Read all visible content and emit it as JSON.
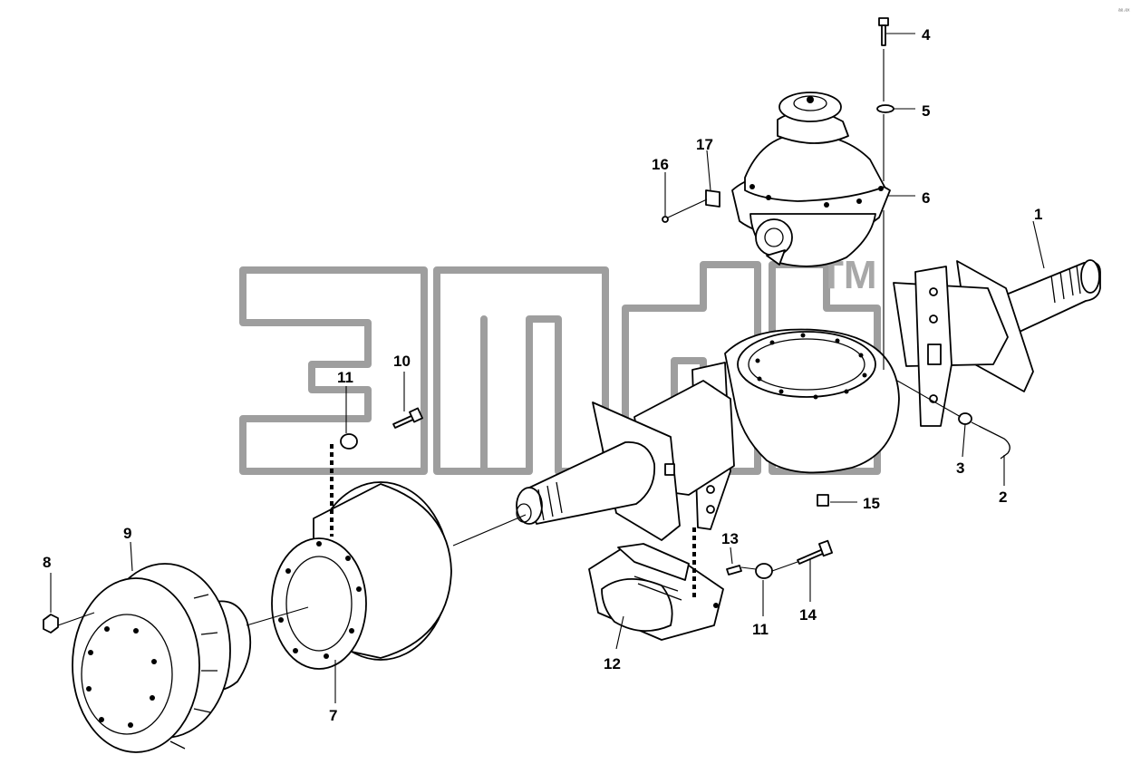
{
  "diagram": {
    "type": "exploded-parts-diagram",
    "watermark": {
      "trademark": "TM"
    },
    "corner_code": "ᵃᵉ·ᵉˣ",
    "callouts": [
      {
        "id": "c1",
        "label": "1"
      },
      {
        "id": "c2",
        "label": "2"
      },
      {
        "id": "c3",
        "label": "3"
      },
      {
        "id": "c4",
        "label": "4"
      },
      {
        "id": "c5",
        "label": "5"
      },
      {
        "id": "c6",
        "label": "6"
      },
      {
        "id": "c7",
        "label": "7"
      },
      {
        "id": "c8",
        "label": "8"
      },
      {
        "id": "c9",
        "label": "9"
      },
      {
        "id": "c10",
        "label": "10"
      },
      {
        "id": "c11a",
        "label": "11"
      },
      {
        "id": "c11b",
        "label": "11"
      },
      {
        "id": "c12",
        "label": "12"
      },
      {
        "id": "c13",
        "label": "13"
      },
      {
        "id": "c14",
        "label": "14"
      },
      {
        "id": "c15",
        "label": "15"
      },
      {
        "id": "c16",
        "label": "16"
      },
      {
        "id": "c17",
        "label": "17"
      }
    ]
  }
}
